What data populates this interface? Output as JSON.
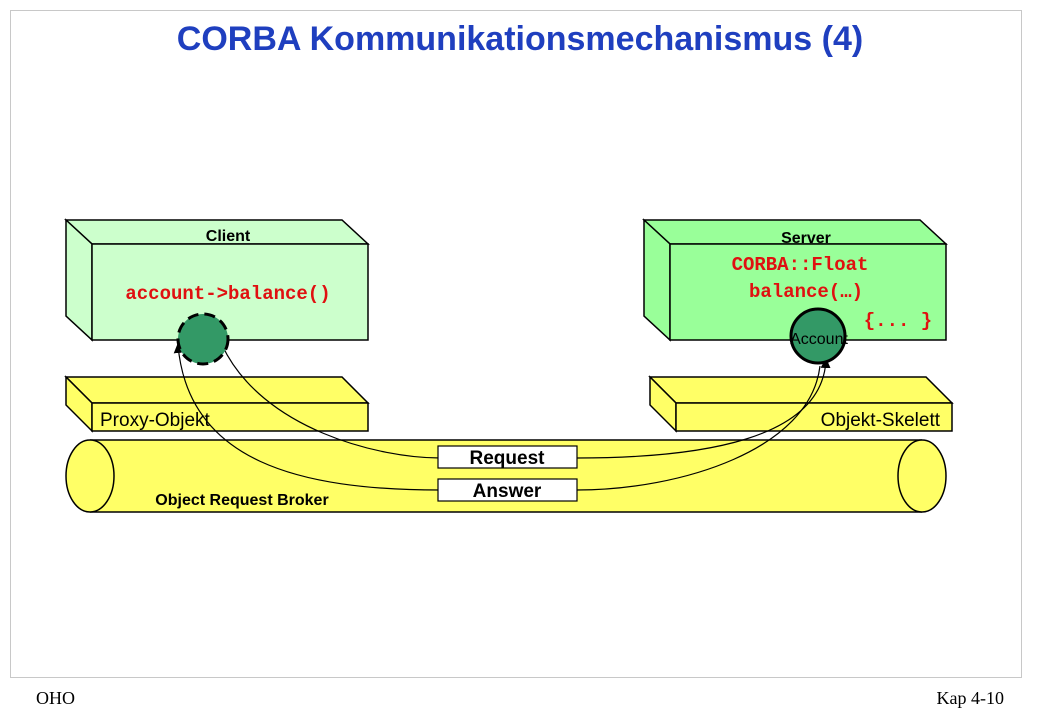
{
  "title": "CORBA Kommunikationsmechanismus (4)",
  "client": {
    "label": "Client",
    "code": "account->balance()"
  },
  "server": {
    "label": "Server",
    "code_line1": "CORBA::Float",
    "code_line2": "balance(…)",
    "code_line3": "{... }",
    "object_label": "Account"
  },
  "proxy_label": "Proxy-Objekt",
  "skeleton_label": "Objekt-Skelett",
  "orb_label": "Object Request Broker",
  "request_label": "Request",
  "answer_label": "Answer",
  "footer": {
    "left": "OHO",
    "right": "Kap 4-10"
  },
  "colors": {
    "title": "#1f3fbf",
    "client_fill": "#ccffcc",
    "server_fill": "#99ff99",
    "broker_fill": "#ffff66",
    "object_fill": "#339966",
    "code": "#e01010"
  }
}
